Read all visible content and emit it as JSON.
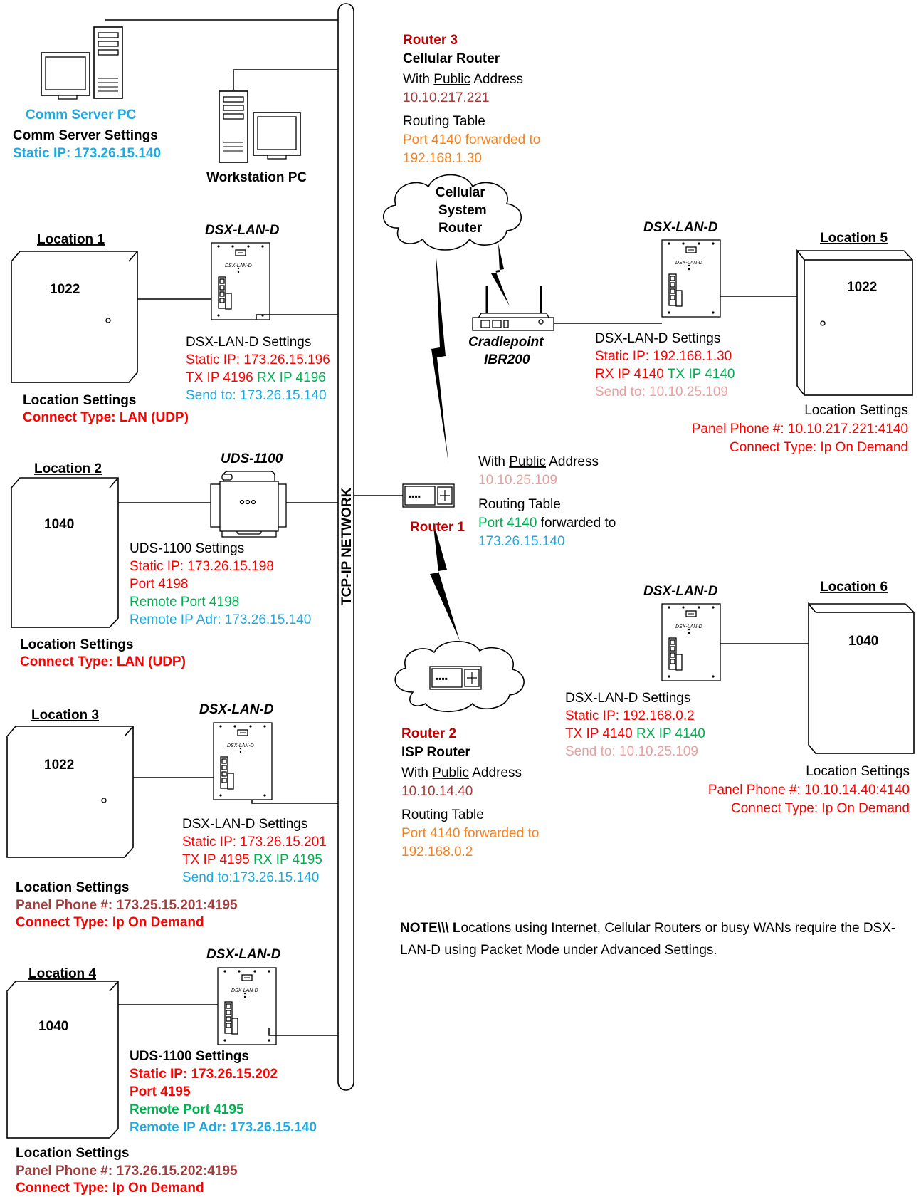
{
  "network": {
    "label": "TCP-IP NETWORK"
  },
  "comm_server": {
    "label": "Comm Server PC",
    "settings_title": "Comm Server Settings",
    "static_ip": "Static IP: 173.26.15.140"
  },
  "workstation": {
    "label": "Workstation PC"
  },
  "location1": {
    "title": "Location 1",
    "panel": "1022",
    "device": "DSX-LAN-D",
    "device_settings_title": "DSX-LAN-D Settings",
    "static_ip": "Static IP: 173.26.15.196",
    "tx": "TX IP 4196",
    "rx": "RX IP 4196",
    "send_to": "Send to: 173.26.15.140",
    "loc_settings": "Location Settings",
    "connect_type": "Connect Type: LAN (UDP)"
  },
  "location2": {
    "title": "Location 2",
    "panel": "1040",
    "device": "UDS-1100",
    "device_settings_title": "UDS-1100 Settings",
    "static_ip": "Static IP: 173.26.15.198",
    "port": "Port 4198",
    "remote_port": "Remote Port 4198",
    "remote_ip": "Remote IP Adr: 173.26.15.140",
    "loc_settings": "Location Settings",
    "connect_type": "Connect Type: LAN (UDP)"
  },
  "location3": {
    "title": "Location 3",
    "panel": "1022",
    "device": "DSX-LAN-D",
    "device_settings_title": "DSX-LAN-D Settings",
    "static_ip": "Static IP: 173.26.15.201",
    "tx": "TX IP 4195",
    "rx": "RX IP 4195",
    "send_to": "Send to:173.26.15.140",
    "loc_settings": "Location Settings",
    "panel_phone": "Panel Phone #: 173.25.15.201:4195",
    "connect_type": "Connect Type: Ip On Demand"
  },
  "location4": {
    "title": "Location 4",
    "panel": "1040",
    "device": "DSX-LAN-D",
    "device_settings_title": "UDS-1100 Settings",
    "static_ip": "Static IP: 173.26.15.202",
    "port": "Port 4195",
    "remote_port": "Remote Port 4195",
    "remote_ip": "Remote IP Adr: 173.26.15.140",
    "loc_settings": "Location Settings",
    "panel_phone": "Panel Phone #: 173.26.15.202:4195",
    "connect_type": "Connect Type: Ip On Demand"
  },
  "router3": {
    "title": "Router 3",
    "subtitle": "Cellular Router",
    "with": "With ",
    "public": "Public",
    "address": " Address",
    "ip": "10.10.217.221",
    "routing_table": "Routing Table",
    "fwd1": "Port 4140 forwarded to",
    "fwd2": "192.168.1.30"
  },
  "cellular_cloud": {
    "line1": "Cellular",
    "line2": "System",
    "line3": "Router"
  },
  "cradlepoint": {
    "line1": "Cradlepoint",
    "line2": "IBR200"
  },
  "location5": {
    "title": "Location 5",
    "panel": "1022",
    "device": "DSX-LAN-D",
    "device_settings_title": "DSX-LAN-D Settings",
    "static_ip": "Static IP: 192.168.1.30",
    "rx": "RX IP 4140",
    "tx": "TX IP 4140",
    "send_to": "Send to: 10.10.25.109",
    "loc_settings": "Location Settings",
    "panel_phone": "Panel Phone #: 10.10.217.221:4140",
    "connect_type": "Connect Type: Ip On Demand"
  },
  "router1": {
    "title": "Router 1",
    "with": "With ",
    "public": "Public",
    "address": " Address",
    "ip": "10.10.25.109",
    "routing_table": "Routing Table",
    "fwd_port": "Port 4140",
    "fwd_text": " forwarded to",
    "fwd_ip": "173.26.15.140"
  },
  "router2": {
    "title": "Router 2",
    "subtitle": "ISP Router",
    "with": "With ",
    "public": "Public",
    "address": " Address",
    "ip": "10.10.14.40",
    "routing_table": "Routing Table",
    "fwd1": "Port 4140 forwarded to",
    "fwd2": "192.168.0.2"
  },
  "location6": {
    "title": "Location 6",
    "panel": "1040",
    "device": "DSX-LAN-D",
    "device_settings_title": "DSX-LAN-D Settings",
    "static_ip": "Static IP: 192.168.0.2",
    "tx": "TX IP 4140",
    "rx": "RX IP 4140",
    "send_to": "Send to: 10.10.25.109",
    "loc_settings": "Location Settings",
    "panel_phone": "Panel Phone #: 10.10.14.40:4140",
    "connect_type": "Connect Type: Ip On Demand"
  },
  "device_face_label": "DSX-LAN-D",
  "note": {
    "lead_bold": "NOTE\\\\\\ L",
    "text": "ocations using Internet, Cellular Routers or busy WANs require the DSX-LAN-D using Packet Mode under Advanced Settings."
  }
}
